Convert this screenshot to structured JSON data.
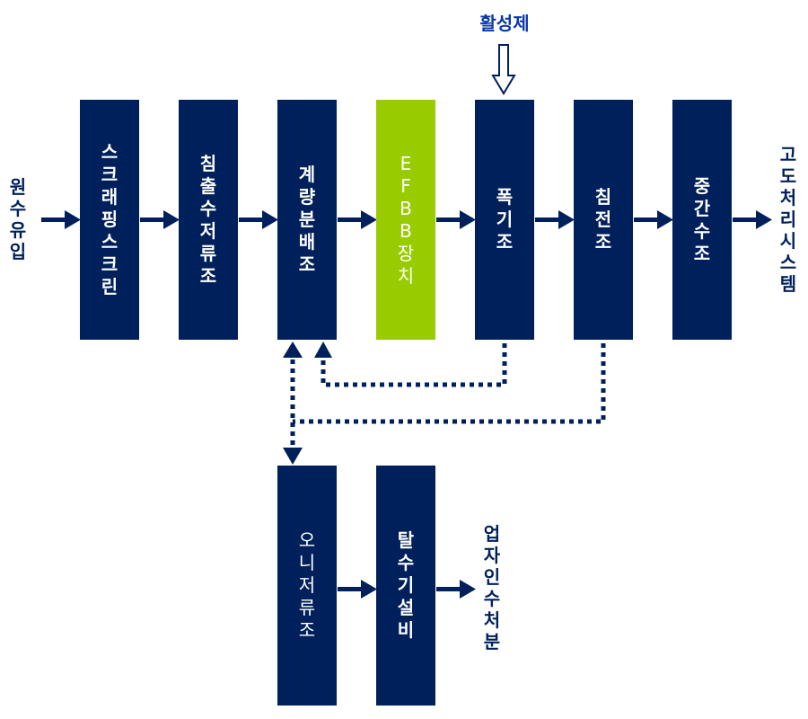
{
  "diagram": {
    "colors": {
      "process": "#00205b",
      "highlight": "#99cc00",
      "additive_label": "#0a3aa8",
      "background": "#ffffff"
    },
    "input_label": "원수 유입",
    "additive_label": "활성제",
    "main_flow": [
      {
        "id": "scraping-screen",
        "label": "스크래핑 스크린"
      },
      {
        "id": "grit-storage",
        "label": "침출수 저류조"
      },
      {
        "id": "metering-distribution",
        "label": "계량 분배조"
      },
      {
        "id": "efbb-device",
        "label": "EFBB장치",
        "highlighted": true
      },
      {
        "id": "aeration-tank",
        "label": "폭기조"
      },
      {
        "id": "settling-tank",
        "label": "침전조"
      },
      {
        "id": "intermediate-tank",
        "label": "중간수조"
      }
    ],
    "output_label": "고도처리 시스템",
    "sludge_flow": [
      {
        "id": "sludge-storage",
        "label": "오니 저류조"
      },
      {
        "id": "dewatering",
        "label": "탈수기 설비"
      }
    ],
    "sludge_output_label": "업자 인수 처분",
    "return_lines": [
      {
        "from": "폭기조",
        "to": "계량 분배조",
        "style": "dotted"
      },
      {
        "from": "침전조",
        "to": "계량 분배조 / 오니 저류조",
        "style": "dotted"
      }
    ]
  }
}
